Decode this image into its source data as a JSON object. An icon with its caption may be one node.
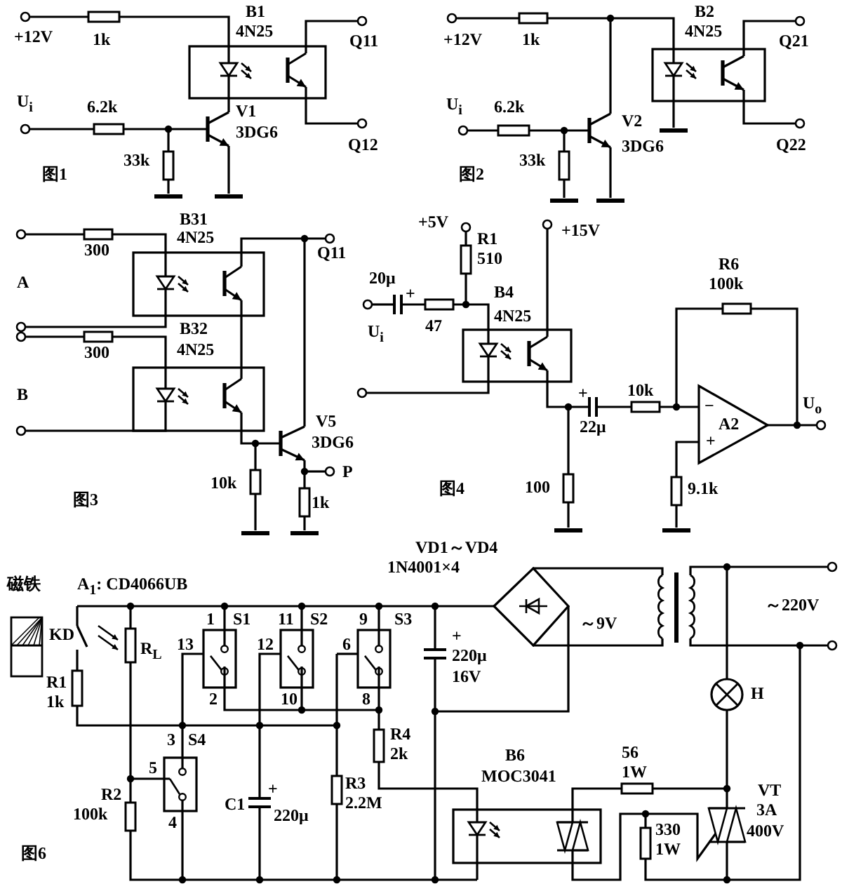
{
  "diagram": {
    "labels": [
      "+12V",
      "1k",
      "B1",
      "4N25",
      "Q11",
      "U$_{i}$",
      "6.2k",
      "V1",
      "3DG6",
      "Q12",
      "33k",
      "图1",
      "+12V",
      "1k",
      "B2",
      "4N25",
      "Q21",
      "U$_{i}$",
      "6.2k",
      "V2",
      "3DG6",
      "Q22",
      "33k",
      "图2",
      "B31",
      "4N25",
      "300",
      "Q11",
      "A",
      "B32",
      "300",
      "4N25",
      "B",
      "V5",
      "3DG6",
      "P",
      "10k",
      "1k",
      "图3",
      "+5V",
      "+15V",
      "R1",
      "510",
      "20μ",
      "+",
      "R6",
      "100k",
      "U$_{i}$",
      "47",
      "B4",
      "4N25",
      "+",
      "10k",
      "U$_{o}$",
      "−",
      "A2",
      "+",
      "22μ",
      "图4",
      "100",
      "9.1k",
      "磁铁",
      "A$_{1}$: CD4066UB",
      "VD1～VD4",
      "1N4001×4",
      "KD",
      "R$_{L}$",
      "1",
      "S1",
      "11",
      "S2",
      "9",
      "S3",
      "13",
      "12",
      "6",
      "2",
      "10",
      "8",
      "R1",
      "1k",
      "3",
      "S4",
      "5",
      "4",
      "R4",
      "2k",
      "R2",
      "100k",
      "C1",
      "+",
      "220μ",
      "R3",
      "2.2M",
      "图6",
      "+",
      "220μ",
      "16V",
      "～9V",
      "～220V",
      "H",
      "B6",
      "MOC3041",
      "56",
      "1W",
      "VT",
      "3A",
      "330",
      "400V",
      "1W"
    ]
  }
}
